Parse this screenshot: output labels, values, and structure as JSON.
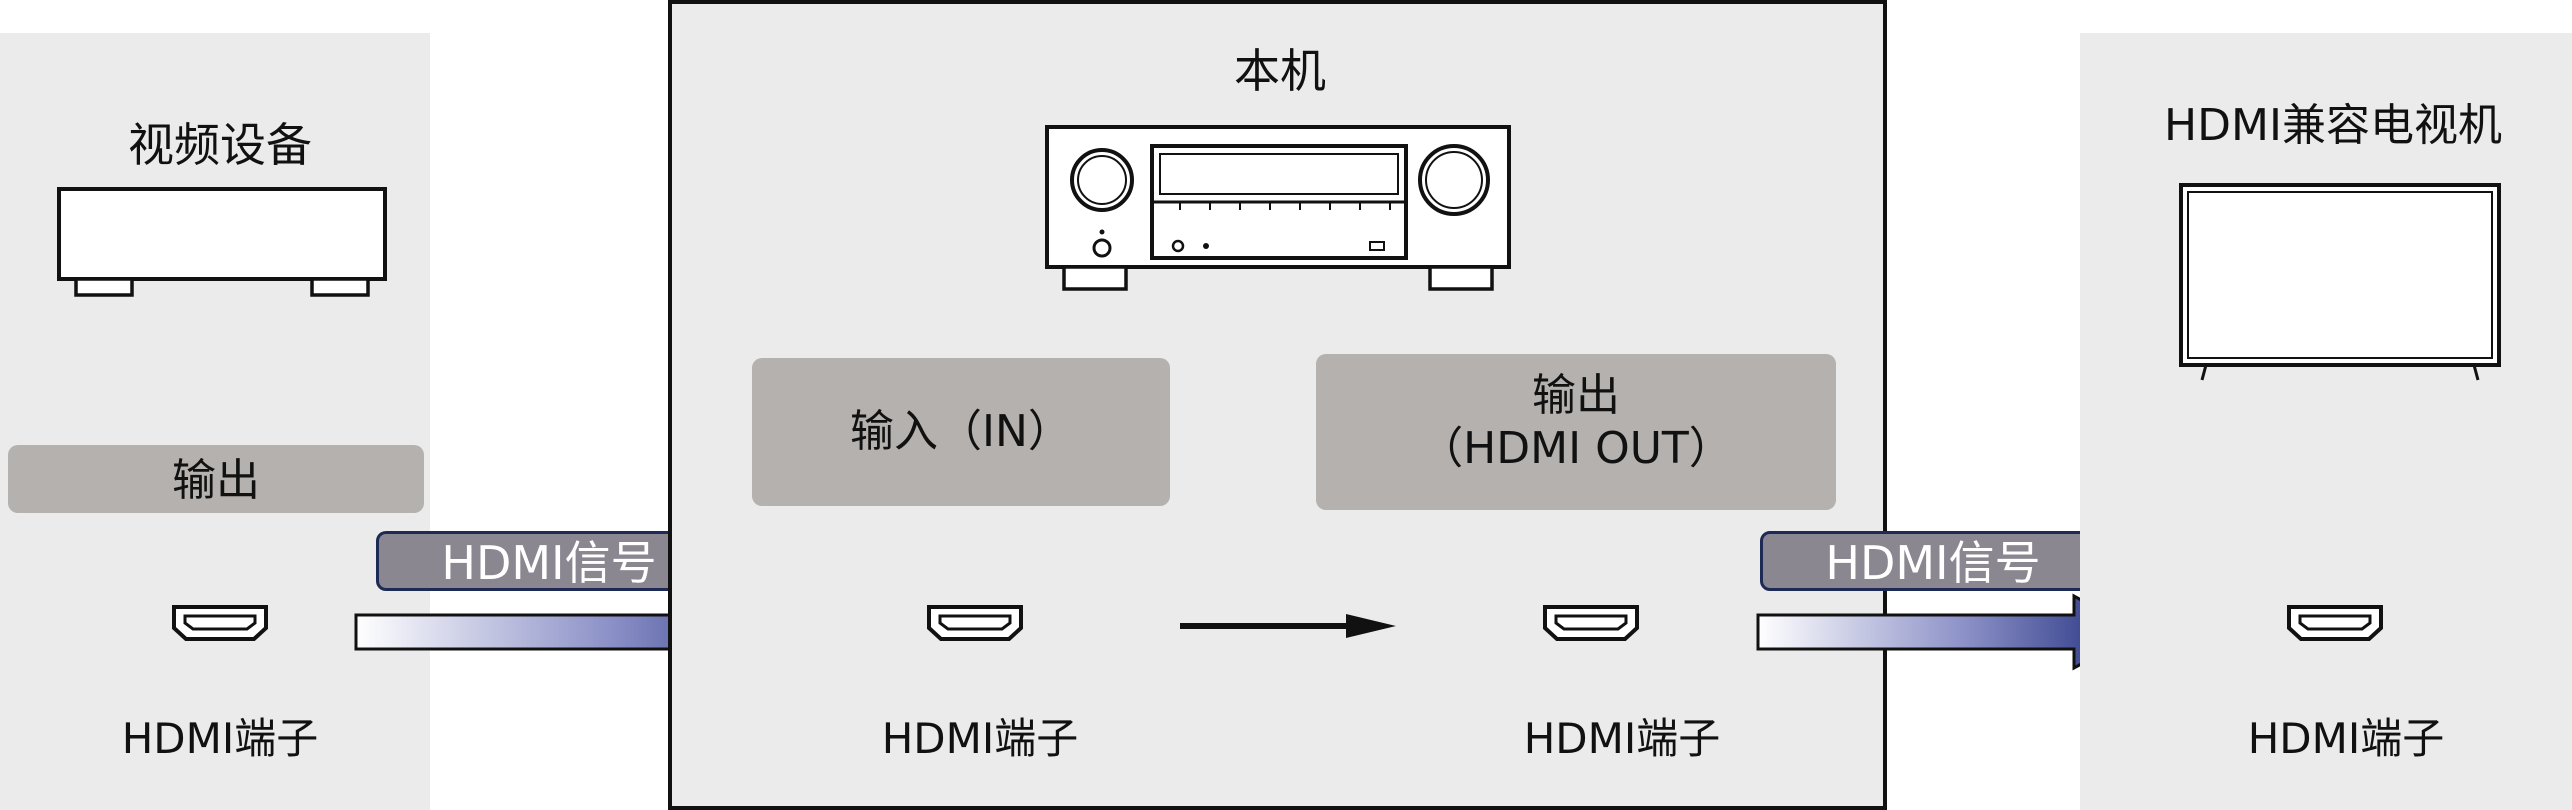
{
  "left": {
    "title": "视频设备",
    "box_label": "输出",
    "terminal_label": "HDMI端子"
  },
  "center": {
    "title": "本机",
    "input_label": "输入（IN）",
    "output_label_line1": "输出",
    "output_label_line2": "（HDMI OUT）",
    "input_terminal_label": "HDMI端子",
    "output_terminal_label": "HDMI端子"
  },
  "right": {
    "title": "HDMI兼容电视机",
    "terminal_label": "HDMI端子"
  },
  "signals": {
    "left_signal": "HDMI信号",
    "right_signal": "HDMI信号"
  },
  "icons": {
    "source_device": "video-device-icon",
    "receiver": "av-receiver-icon",
    "tv": "tv-icon",
    "port": "hdmi-port-icon",
    "arrow": "signal-arrow-icon"
  },
  "colors": {
    "panel_bg": "#ebebeb",
    "label_box": "#b4b1ae",
    "signal_box": "#8a8790",
    "arrow_dark": "#1c2a7a"
  }
}
